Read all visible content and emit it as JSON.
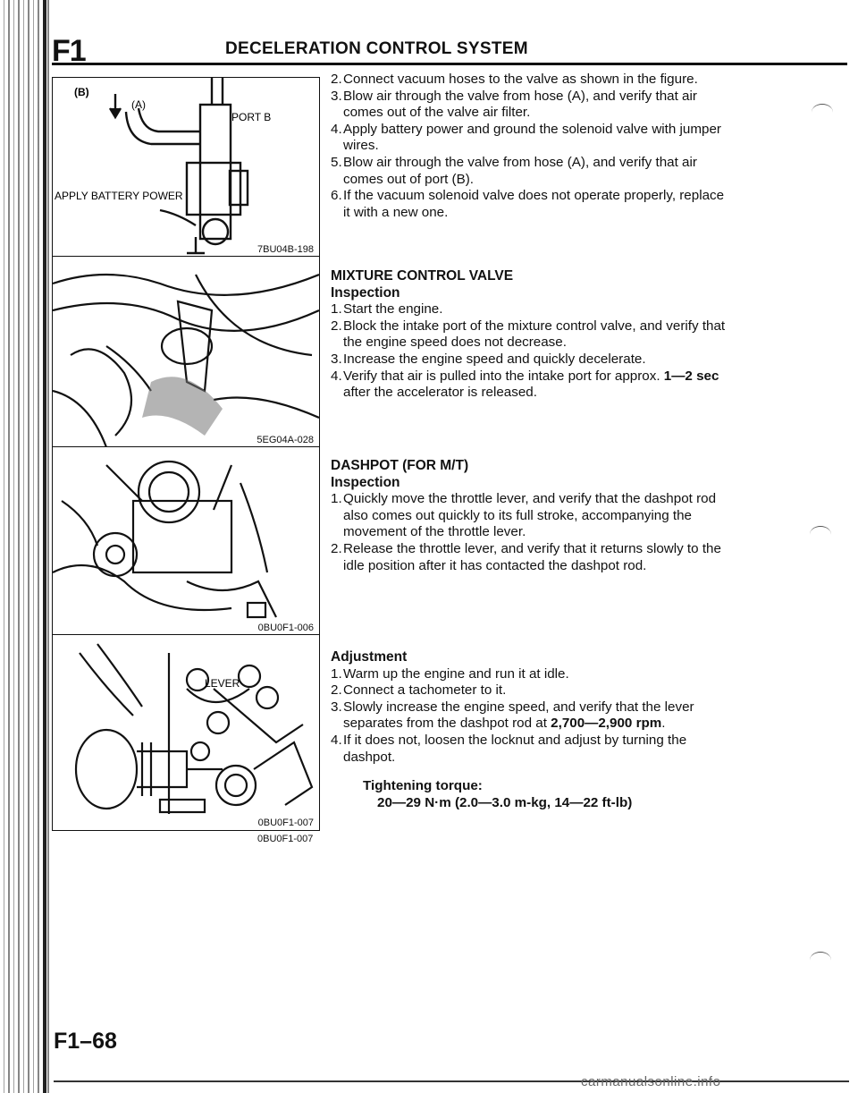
{
  "header": {
    "section_code": "F1",
    "title": "DECELERATION CONTROL SYSTEM"
  },
  "figures": [
    {
      "code": "7BU04B-198",
      "labels": {
        "b": "(B)",
        "a": "(A)",
        "port_b": "PORT B",
        "battery": "APPLY BATTERY POWER"
      },
      "icon": "solenoid-valve-diagram"
    },
    {
      "code": "5EG04A-028",
      "icon": "mixture-control-valve-photo"
    },
    {
      "code": "0BU0F1-006",
      "icon": "carburetor-dashpot-photo"
    },
    {
      "code": "0BU0F1-007",
      "labels": {
        "lever": "LEVER"
      },
      "icon": "dashpot-adjustment-diagram"
    }
  ],
  "intro_steps": [
    {
      "num": "2.",
      "text": "Connect vacuum hoses to the valve as shown in the figure."
    },
    {
      "num": "3.",
      "text": "Blow air through the valve from hose (A), and verify that air comes out of the valve air filter."
    },
    {
      "num": "4.",
      "text": "Apply battery power and ground the solenoid valve with jumper wires."
    },
    {
      "num": "5.",
      "text": "Blow air through the valve from hose (A), and verify that air comes out of port (B)."
    },
    {
      "num": "6.",
      "text": "If the vacuum solenoid valve does not operate properly, replace it with a new one."
    }
  ],
  "mixture": {
    "heading": "MIXTURE CONTROL VALVE",
    "subheading": "Inspection",
    "steps": [
      {
        "num": "1.",
        "text": "Start the engine."
      },
      {
        "num": "2.",
        "text": "Block the intake port of the mixture control valve, and verify that the engine speed does not decrease."
      },
      {
        "num": "3.",
        "text": "Increase the engine speed and quickly decelerate."
      },
      {
        "num": "4.",
        "text": "Verify that air is pulled into the intake port for approx. ",
        "bold": "1—2 sec",
        "after": " after the accelerator is released."
      }
    ]
  },
  "dashpot": {
    "heading": "DASHPOT (FOR M/T)",
    "subheading": "Inspection",
    "steps": [
      {
        "num": "1.",
        "text": "Quickly move the throttle lever, and verify that the dashpot rod also comes out quickly to its full stroke, accompanying the movement of the throttle lever."
      },
      {
        "num": "2.",
        "text": "Release the throttle lever, and verify that it returns slowly to the idle position after it has contacted the dashpot rod."
      }
    ]
  },
  "adjustment": {
    "heading": "Adjustment",
    "steps": [
      {
        "num": "1.",
        "text": "Warm up the engine and run it at idle."
      },
      {
        "num": "2.",
        "text": "Connect a tachometer to it."
      },
      {
        "num": "3.",
        "text": "Slowly increase the engine speed, and verify that the lever separates from the dashpot rod at ",
        "bold": "2,700—2,900 rpm",
        "after": "."
      },
      {
        "num": "4.",
        "text": "If it does not, loosen the locknut and adjust by turning the dashpot."
      }
    ],
    "torque_label": "Tightening torque:",
    "torque_value": "20—29 N·m (2.0—3.0 m-kg, 14—22 ft-lb)"
  },
  "footer": {
    "page_number": "F1–68",
    "watermark": "carmanualsonline.info"
  }
}
